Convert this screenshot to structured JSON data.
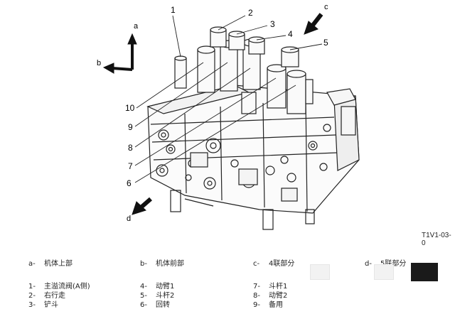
{
  "diagram": {
    "axes": {
      "a": "a",
      "b": "b",
      "c": "c",
      "d": "d"
    },
    "callouts": [
      "1",
      "2",
      "3",
      "4",
      "5",
      "6",
      "7",
      "8",
      "9",
      "10"
    ],
    "code": "T1V1-03-0"
  },
  "legend": {
    "views": [
      {
        "key": "a-",
        "label": "机体上部"
      },
      {
        "key": "b-",
        "label": "机体前部"
      },
      {
        "key": "c-",
        "label": "4联部分"
      },
      {
        "key": "d-",
        "label": "5联部分"
      }
    ],
    "parts": [
      {
        "key": "1-",
        "label": "主溢流阀(A侧)"
      },
      {
        "key": "2-",
        "label": "右行走"
      },
      {
        "key": "3-",
        "label": "铲斗"
      },
      {
        "key": "4-",
        "label": "动臂1"
      },
      {
        "key": "5-",
        "label": "斗杆2"
      },
      {
        "key": "6-",
        "label": "回转"
      },
      {
        "key": "7-",
        "label": "斗杆1"
      },
      {
        "key": "8-",
        "label": "动臂2"
      },
      {
        "key": "9-",
        "label": "备用"
      }
    ]
  }
}
